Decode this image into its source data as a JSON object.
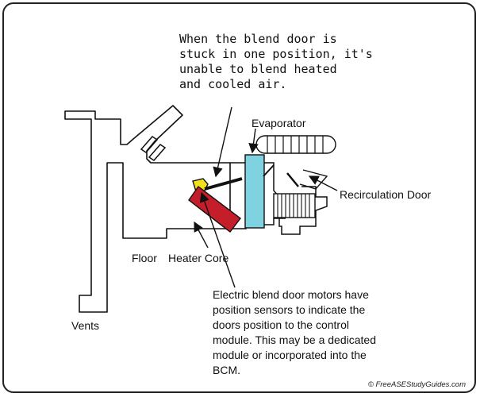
{
  "note_top": {
    "lines": [
      "When the blend door is",
      "stuck in one position, it's",
      "unable to blend heated",
      "and cooled air."
    ]
  },
  "labels": {
    "evaporator": "Evaporator",
    "recirculation_door": "Recirculation Door",
    "floor": "Floor",
    "heater_core": "Heater Core",
    "vents": "Vents"
  },
  "note_bottom": {
    "lines": [
      "Electric blend door motors have",
      "position sensors to indicate the",
      "doors position to the control",
      "module. This may be a dedicated",
      "module or incorporated into the",
      "BCM."
    ]
  },
  "credit": "© FreeASEStudyGuides.com",
  "colors": {
    "heater_core": "#c41e2a",
    "evaporator": "#7fd3e0",
    "blend_door_motor": "#f2e21a",
    "outline": "#111111"
  }
}
